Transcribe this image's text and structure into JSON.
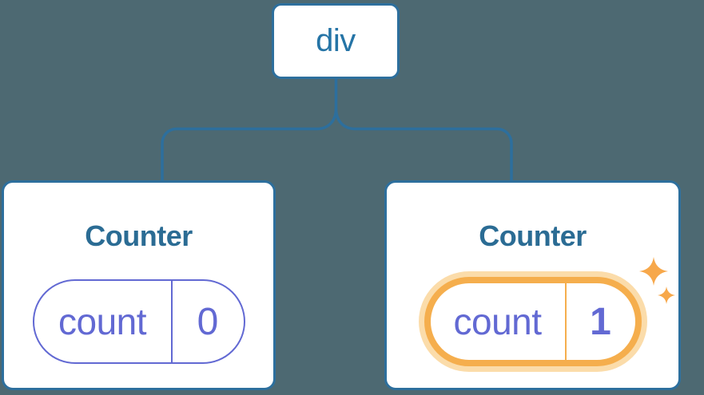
{
  "diagram": {
    "root": {
      "label": "div"
    },
    "children": [
      {
        "title": "Counter",
        "state": {
          "key": "count",
          "value": "0"
        },
        "highlighted": false
      },
      {
        "title": "Counter",
        "state": {
          "key": "count",
          "value": "1"
        },
        "highlighted": true
      }
    ]
  },
  "icons": [
    {
      "name": "sparkles-icon",
      "meaning": "state updated / re-render highlight"
    }
  ],
  "colors": {
    "background": "#4d6972",
    "line_blue": "#2d6f9d",
    "node_text_blue": "#2574a6",
    "title_blue": "#2b6c94",
    "state_purple": "#6269d3",
    "highlight_orange": "#f5ae4d",
    "highlight_halo": "#fbdcaa",
    "sparkle_orange": "#f7a84b",
    "card_background": "#ffffff"
  }
}
